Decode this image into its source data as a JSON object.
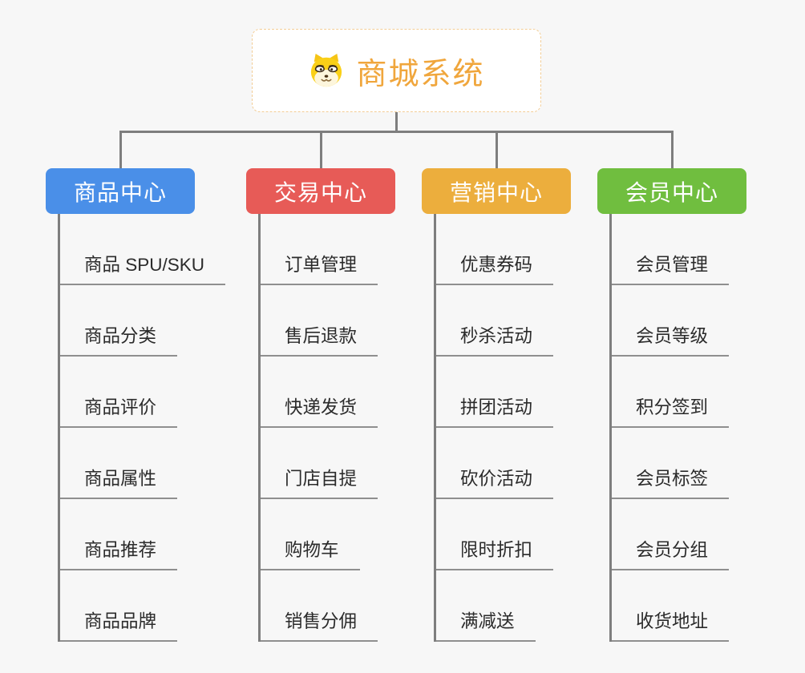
{
  "title": "商城系统思维导图",
  "root": {
    "label": "商城系统",
    "icon": "dog-face-icon",
    "text_color": "#f0a63c",
    "border_color": "#f3cd96",
    "background": "#ffffff"
  },
  "branches": [
    {
      "label": "商品中心",
      "color": "#4a8fe8",
      "items": [
        "商品 SPU/SKU",
        "商品分类",
        "商品评价",
        "商品属性",
        "商品推荐",
        "商品品牌"
      ]
    },
    {
      "label": "交易中心",
      "color": "#e75b57",
      "items": [
        "订单管理",
        "售后退款",
        "快递发货",
        "门店自提",
        "购物车",
        "销售分佣"
      ]
    },
    {
      "label": "营销中心",
      "color": "#ecae3d",
      "items": [
        "优惠券码",
        "秒杀活动",
        "拼团活动",
        "砍价活动",
        "限时折扣",
        "满减送"
      ]
    },
    {
      "label": "会员中心",
      "color": "#70be3f",
      "items": [
        "会员管理",
        "会员等级",
        "积分签到",
        "会员标签",
        "会员分组",
        "收货地址"
      ]
    }
  ],
  "colors": {
    "background": "#f7f7f7",
    "connector": "#7e7e7e",
    "underline": "#8f8f8f",
    "item_text": "#2b2b2b"
  }
}
